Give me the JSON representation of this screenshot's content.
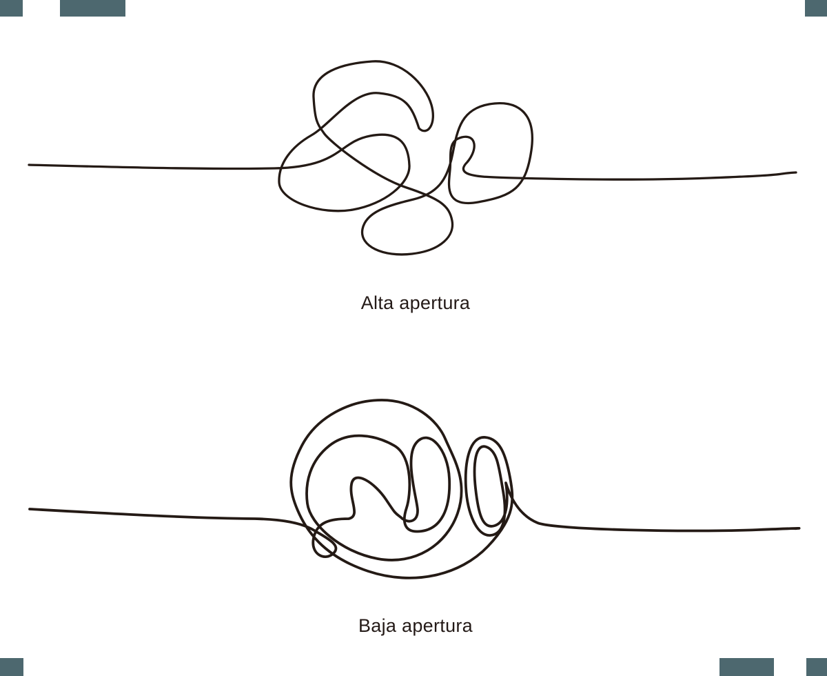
{
  "artboard": {
    "background": "#ffffff"
  },
  "colors": {
    "corner_marks": "#4d686f",
    "scribble_line": "#241a15",
    "label_text": "#241a17"
  },
  "figures": [
    {
      "id": "alta-apertura",
      "label": "Alta apertura"
    },
    {
      "id": "baja-apertura",
      "label": "Baja apertura"
    }
  ]
}
